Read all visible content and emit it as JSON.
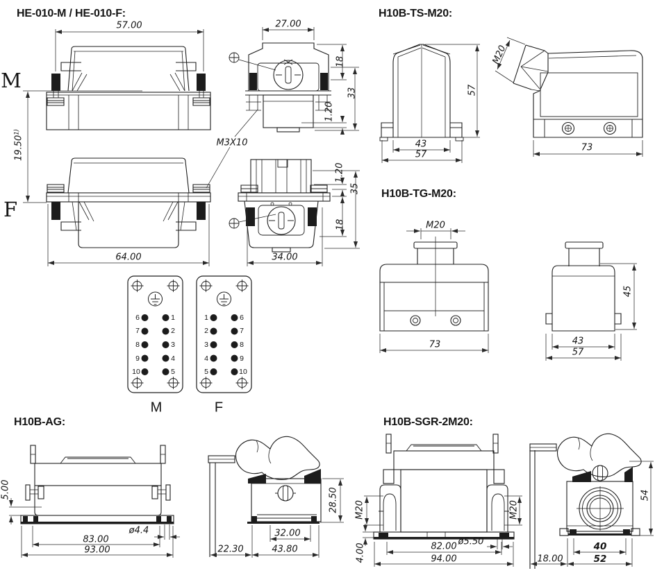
{
  "colors": {
    "background": "#ffffff",
    "line": "#1c1c1c",
    "dim_line": "#2a2a2a"
  },
  "he010": {
    "title": "HE-010-M / HE-010-F:",
    "male_label": "M",
    "female_label": "F",
    "dims": {
      "width_top": "57.00",
      "side_width": "27.00",
      "side_18": "18",
      "side_33": "33",
      "side_120": "1.20",
      "pitch": "19.50",
      "pitch_sup": "1)",
      "screw": "M3X10",
      "width_bottom": "64.00",
      "f_side_width": "34.00",
      "f_side_120": "1.20",
      "f_side_35": "35",
      "f_side_18": "18"
    },
    "insert_m": {
      "caption": "M",
      "left_pins": [
        "6",
        "7",
        "8",
        "9",
        "10"
      ],
      "right_pins": [
        "1",
        "2",
        "3",
        "4",
        "5"
      ]
    },
    "insert_f": {
      "caption": "F",
      "left_pins": [
        "1",
        "2",
        "3",
        "4",
        "5"
      ],
      "right_pins": [
        "6",
        "7",
        "8",
        "9",
        "10"
      ]
    }
  },
  "ts": {
    "title": "H10B-TS-M20:",
    "dims": {
      "front_43": "43",
      "front_57": "57",
      "height_57": "57",
      "gland": "M20",
      "side_73": "73"
    }
  },
  "tg": {
    "title": "H10B-TG-M20:",
    "dims": {
      "gland": "M20",
      "front_73": "73",
      "side_45": "45",
      "side_43": "43",
      "side_57": "57"
    }
  },
  "ag": {
    "title": "H10B-AG:",
    "dims": {
      "left_5": "5.00",
      "hole": "ø4.4",
      "inner_83": "83.00",
      "outer_93": "93.00",
      "side_285": "28.50",
      "side_32": "32.00",
      "side_438": "43.80",
      "side_223": "22.30"
    }
  },
  "sgr": {
    "title": "H10B-SGR-2M20:",
    "dims": {
      "gland_left": "M20",
      "gland_right": "M20",
      "left_4": "4.00",
      "hole": "ø5.50",
      "inner_82": "82.00",
      "outer_94": "94.00",
      "side_54": "54",
      "side_40": "40",
      "side_52": "52",
      "side_18": "18.00"
    }
  }
}
